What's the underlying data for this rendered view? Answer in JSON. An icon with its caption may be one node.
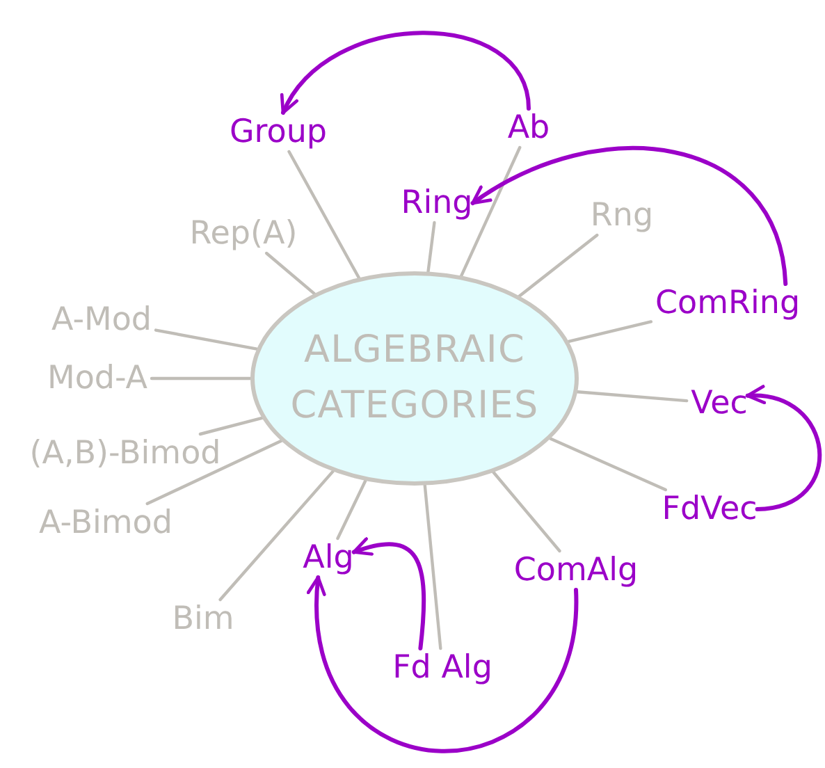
{
  "diagram": {
    "nodes": [
      {
        "text": [
          "ALGEBRAIC CATEGORIES"
        ]
      },
      {
        "text": [
          "Group"
        ]
      },
      {
        "text": [
          "Ab"
        ]
      },
      {
        "text": [
          "Ring"
        ]
      },
      {
        "text": [
          "Rng"
        ]
      },
      {
        "text": [
          "Rep(A)"
        ]
      },
      {
        "text": [
          "A-Mod"
        ]
      },
      {
        "text": [
          "ComRing"
        ]
      },
      {
        "text": [
          "Mod-A"
        ]
      },
      {
        "text": [
          "Vec"
        ]
      },
      {
        "text": [
          "(A,B)-Bimod"
        ]
      },
      {
        "text": [
          "A-Bimod"
        ]
      },
      {
        "text": [
          "FdVec"
        ]
      },
      {
        "text": [
          "Alg"
        ]
      },
      {
        "text": [
          "ComAlg"
        ]
      },
      {
        "text": [
          "Bim"
        ]
      },
      {
        "text": [
          "Fd Alg"
        ]
      }
    ],
    "edges": [
      {
        "from": 0,
        "to": 1,
        "arrow": "none"
      },
      {
        "from": 0,
        "to": 2,
        "arrow": "none"
      },
      {
        "from": 0,
        "to": 3,
        "arrow": "none"
      },
      {
        "from": 0,
        "to": 4,
        "arrow": "none"
      },
      {
        "from": 0,
        "to": 5,
        "arrow": "none"
      },
      {
        "from": 0,
        "to": 6,
        "arrow": "none"
      },
      {
        "from": 0,
        "to": 7,
        "arrow": "none"
      },
      {
        "from": 0,
        "to": 8,
        "arrow": "none"
      },
      {
        "from": 0,
        "to": 9,
        "arrow": "none"
      },
      {
        "from": 0,
        "to": 10,
        "arrow": "none"
      },
      {
        "from": 0,
        "to": 11,
        "arrow": "none"
      },
      {
        "from": 0,
        "to": 12,
        "arrow": "none"
      },
      {
        "from": 0,
        "to": 13,
        "arrow": "none"
      },
      {
        "from": 0,
        "to": 14,
        "arrow": "none"
      },
      {
        "from": 0,
        "to": 15,
        "arrow": "none"
      },
      {
        "from": 0,
        "to": 16,
        "arrow": "none"
      },
      {
        "from": 2,
        "to": 1,
        "arrow": "to",
        "color": "#9b00c8"
      },
      {
        "from": 7,
        "to": 3,
        "arrow": "to",
        "color": "#9b00c8"
      },
      {
        "from": 12,
        "to": 9,
        "arrow": "to",
        "color": "#9b00c8"
      },
      {
        "from": 16,
        "to": 13,
        "arrow": "to",
        "color": "#9b00c8"
      },
      {
        "from": 14,
        "to": 13,
        "arrow": "to",
        "color": "#9b00c8"
      }
    ]
  }
}
